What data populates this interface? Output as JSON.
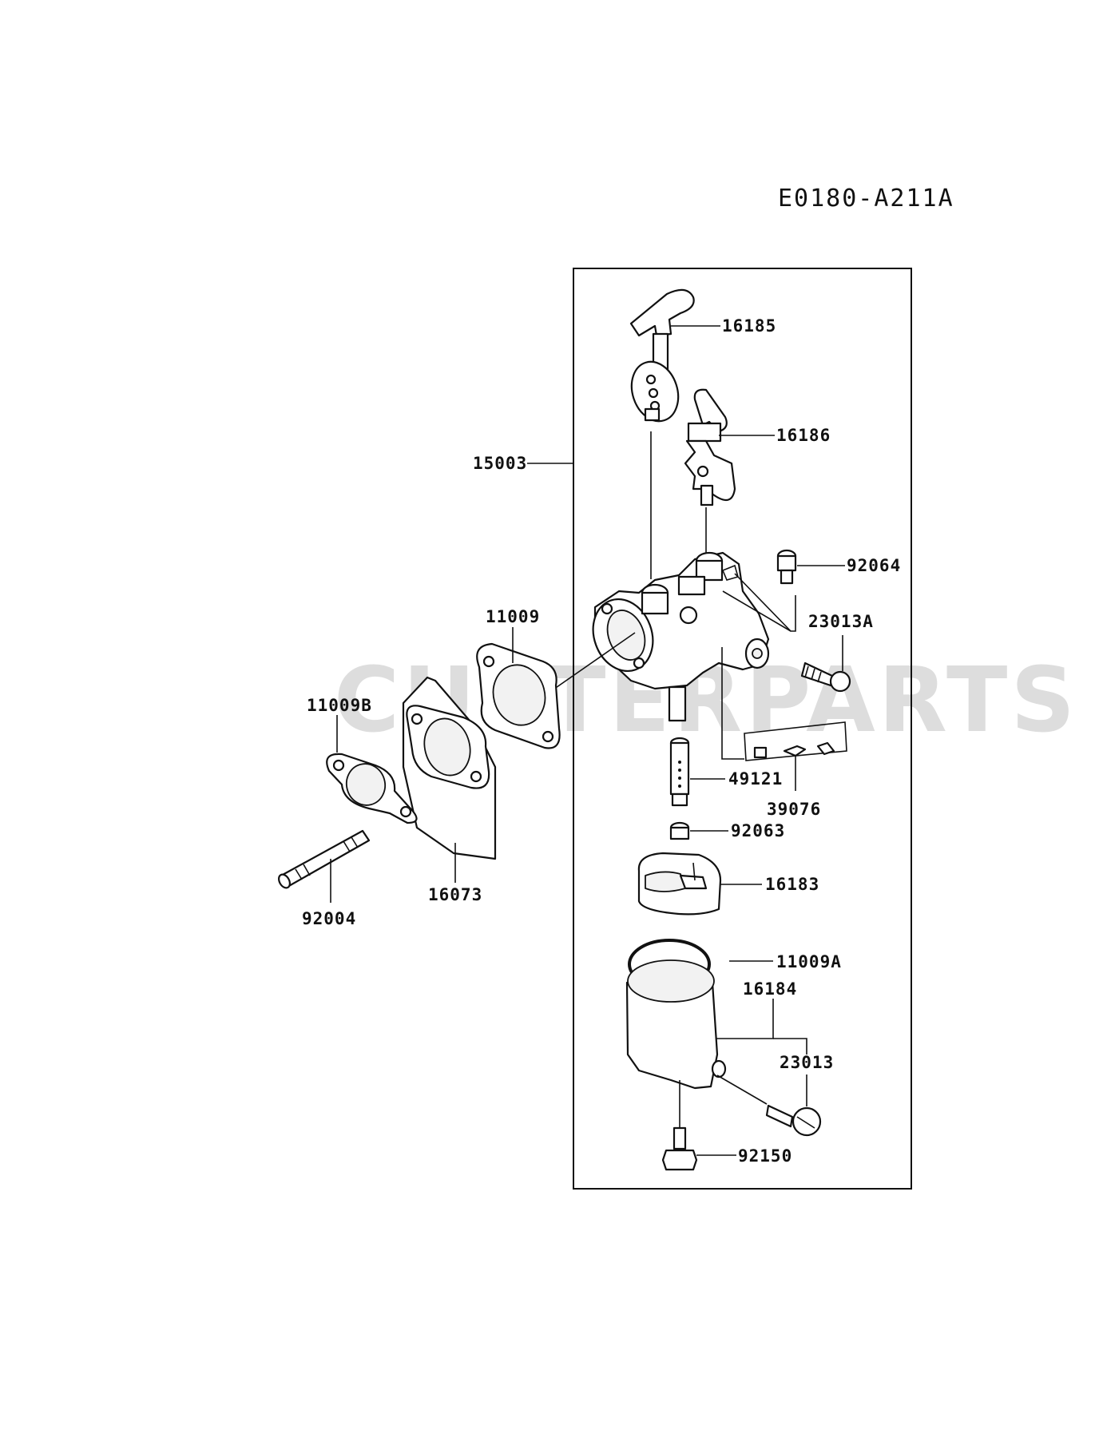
{
  "diagram_code": "E0180-A211A",
  "watermark": "CUTTERPARTS",
  "callouts": {
    "p16185": "16185",
    "p16186": "16186",
    "p15003": "15003",
    "p92064": "92064",
    "p11009": "11009",
    "p23013A": "23013A",
    "p11009B": "11009B",
    "p49121": "49121",
    "p39076": "39076",
    "p92063": "92063",
    "p16183": "16183",
    "p16073": "16073",
    "p92004": "92004",
    "p11009A": "11009A",
    "p16184": "16184",
    "p23013": "23013",
    "p92150": "92150"
  }
}
